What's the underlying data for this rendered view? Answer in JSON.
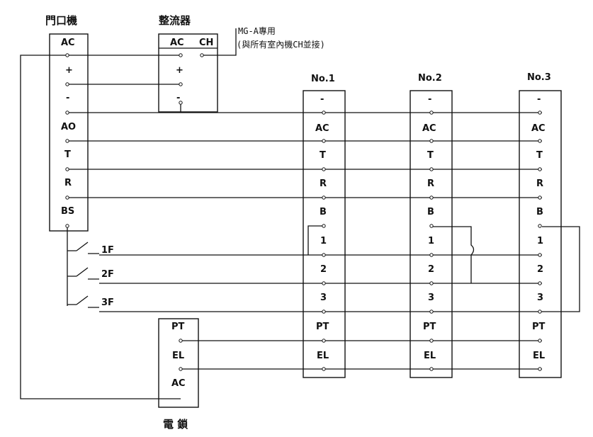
{
  "titles": {
    "door_unit": "門口機",
    "rectifier": "整流器",
    "lock": "電 鎖",
    "note_line1": "MG-A專用",
    "note_line2": "(與所有室內機CH並接)"
  },
  "door_unit_terminals": [
    "AC",
    "+",
    "-",
    "AO",
    "T",
    "R",
    "BS"
  ],
  "rectifier_terminals": {
    "ac": "AC",
    "ch": "CH",
    "plus": "+",
    "minus": "-"
  },
  "lock_terminals": [
    "PT",
    "EL",
    "AC"
  ],
  "indoor_units": [
    {
      "name": "No.1",
      "terminals": [
        "-",
        "AC",
        "T",
        "R",
        "B",
        "1",
        "2",
        "3",
        "PT",
        "EL"
      ]
    },
    {
      "name": "No.2",
      "terminals": [
        "-",
        "AC",
        "T",
        "R",
        "B",
        "1",
        "2",
        "3",
        "PT",
        "EL"
      ]
    },
    {
      "name": "No.3",
      "terminals": [
        "-",
        "AC",
        "T",
        "R",
        "B",
        "1",
        "2",
        "3",
        "PT",
        "EL"
      ]
    }
  ],
  "floor_switches": [
    "1F",
    "2F",
    "3F"
  ]
}
